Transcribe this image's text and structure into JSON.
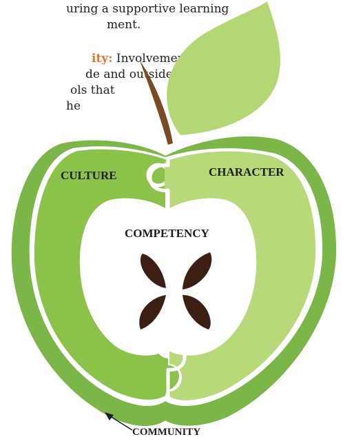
{
  "text_top": {
    "line1": "uring a supportive learning",
    "line2": "ment."
  },
  "text_community": {
    "highlight": "ity:",
    "line1_rest": " Involvement",
    "line2": "de and outside",
    "line3": "ols that",
    "line4": "he"
  },
  "labels": {
    "culture": "CULTURE",
    "character": "CHARACTER",
    "competency": "COMPETENCY",
    "community": "COMMUNITY"
  },
  "colors": {
    "dark_green": "#7ab648",
    "mid_green": "#8bc34a",
    "light_green": "#b8d97a",
    "leaf_green": "#b4d775",
    "stem_brown": "#7a4a22",
    "seed_brown": "#3b1f12",
    "accent_orange": "#e8732a"
  }
}
